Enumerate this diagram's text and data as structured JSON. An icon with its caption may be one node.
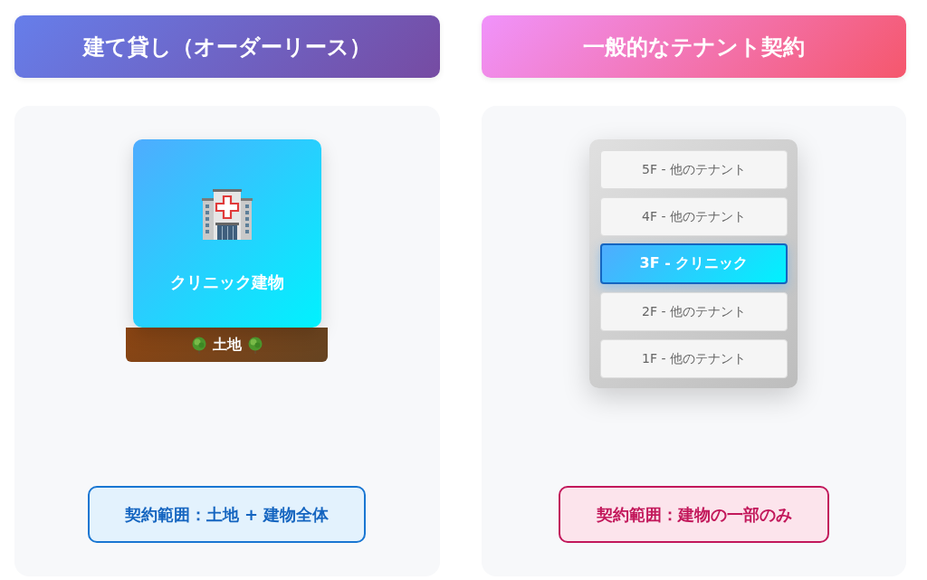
{
  "diagram": {
    "nodes": [
      {
        "text": [
          "建て貸し（オーダーリース）"
        ]
      },
      {
        "text": [],
        "shape": "box"
      },
      {
        "text": [
          "クリニック建物"
        ],
        "in": 1
      },
      {
        "text": [
          "土地"
        ],
        "in": 1
      },
      {
        "text": [
          "契約範囲：土地 + 建物全体"
        ],
        "in": 1
      },
      {
        "text": [
          "一般的なテナント契約"
        ]
      },
      {
        "text": [],
        "shape": "box"
      },
      {
        "text": [],
        "shape": "box",
        "in": 6
      },
      {
        "text": [
          "5F - 他のテナント"
        ],
        "in": 7
      },
      {
        "text": [
          "4F - 他のテナント"
        ],
        "in": 7
      },
      {
        "text": [
          "3F - クリニック"
        ],
        "in": 7
      },
      {
        "text": [
          "2F - 他のテナント"
        ],
        "in": 7
      },
      {
        "text": [
          "1F - 他のテナント"
        ],
        "in": 7
      },
      {
        "text": [
          "契約範囲：建物の一部のみ"
        ],
        "in": 6
      }
    ]
  }
}
